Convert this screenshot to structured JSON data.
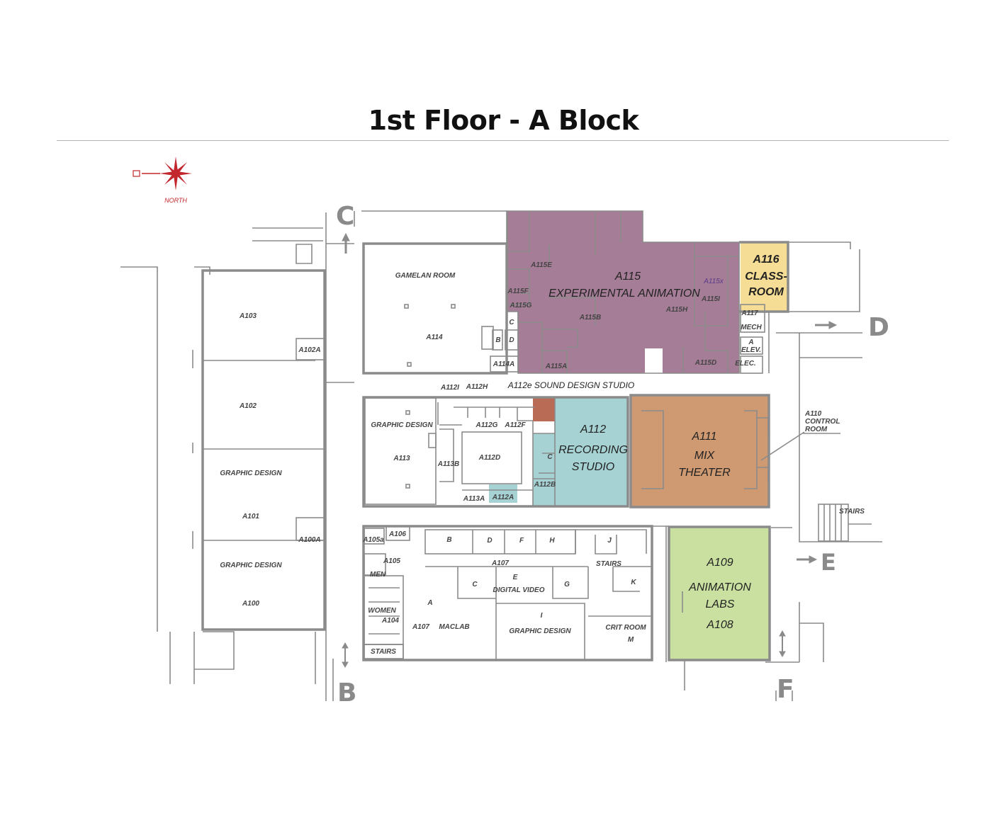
{
  "title": "1st Floor - A Block",
  "compass": {
    "label": "NORTH",
    "icon": "compass-rose-icon"
  },
  "colors": {
    "experimental_animation": "#a57d96",
    "classroom": "#f6dd95",
    "recording_studio": "#a6d2d4",
    "mix_theater": "#cf9a72",
    "animation_labs": "#c9e0a1",
    "sound_design": "#b96b55",
    "wall": "#8b8b8b"
  },
  "entrances": {
    "b": "B",
    "c": "C",
    "d": "D",
    "e": "E",
    "f": "F"
  },
  "rooms": {
    "a115": {
      "number": "A115",
      "name": "EXPERIMENTAL ANIMATION"
    },
    "a116": {
      "number": "A116",
      "line1": "CLASS-",
      "line2": "ROOM"
    },
    "a112e": "A112e SOUND DESIGN STUDIO",
    "a112": {
      "number": "A112",
      "line1": "RECORDING",
      "line2": "STUDIO"
    },
    "a111": {
      "number": "A111",
      "line1": "MIX",
      "line2": "THEATER"
    },
    "a110": {
      "line1": "A110",
      "line2": "CONTROL",
      "line3": "ROOM"
    },
    "a109": {
      "number": "A109",
      "line1": "ANIMATION",
      "line2": "LABS",
      "number2": "A108"
    }
  },
  "small_labels": {
    "gamelan": "GAMELAN ROOM",
    "a114": "A114",
    "a114a": "A114A",
    "c_114": "C",
    "b_114": "B",
    "d_114": "D",
    "a115e": "A115E",
    "a115f": "A115F",
    "a115g": "A115G",
    "a115b": "A115B",
    "a115a": "A115A",
    "a115h": "A115H",
    "a115i": "A115I",
    "a115d": "A115D",
    "a115x": "A115x",
    "a117": "A117",
    "mech": "MECH",
    "a_elev_1": "A",
    "a_elev_2": "ELEV.",
    "elec": "ELEC.",
    "a103": "A103",
    "a102a": "A102A",
    "a102": "A102",
    "gd_101": "GRAPHIC DESIGN",
    "a101": "A101",
    "a100a": "A100A",
    "gd_100": "GRAPHIC DESIGN",
    "a100": "A100",
    "a112i": "A112I",
    "a112h": "A112H",
    "a112g": "A112G",
    "a112f": "A112F",
    "gd_113": "GRAPHIC DESIGN",
    "a113": "A113",
    "a113b": "A113B",
    "a112d": "A112D",
    "a113a": "A113A",
    "a112a": "A112A",
    "a112b": "A112B",
    "c_112": "C",
    "a105a": "A105a",
    "a106": "A106",
    "a105": "A105",
    "men": "MEN",
    "women": "WOMEN",
    "a104": "A104",
    "stairs_1": "STAIRS",
    "b_107": "B",
    "d_107": "D",
    "f_107": "F",
    "h_107": "H",
    "j_107": "J",
    "stairs_2": "STAIRS",
    "a107_hall": "A107",
    "c_107": "C",
    "e_107": "E",
    "digital_video": "DIGITAL VIDEO",
    "g_107": "G",
    "k_107": "K",
    "a_107": "A",
    "a107": "A107",
    "maclab": "MACLAB",
    "i_107": "I",
    "gd_107": "GRAPHIC DESIGN",
    "crit_room": "CRIT ROOM",
    "m_107": "M",
    "stairs_3": "STAIRS"
  }
}
